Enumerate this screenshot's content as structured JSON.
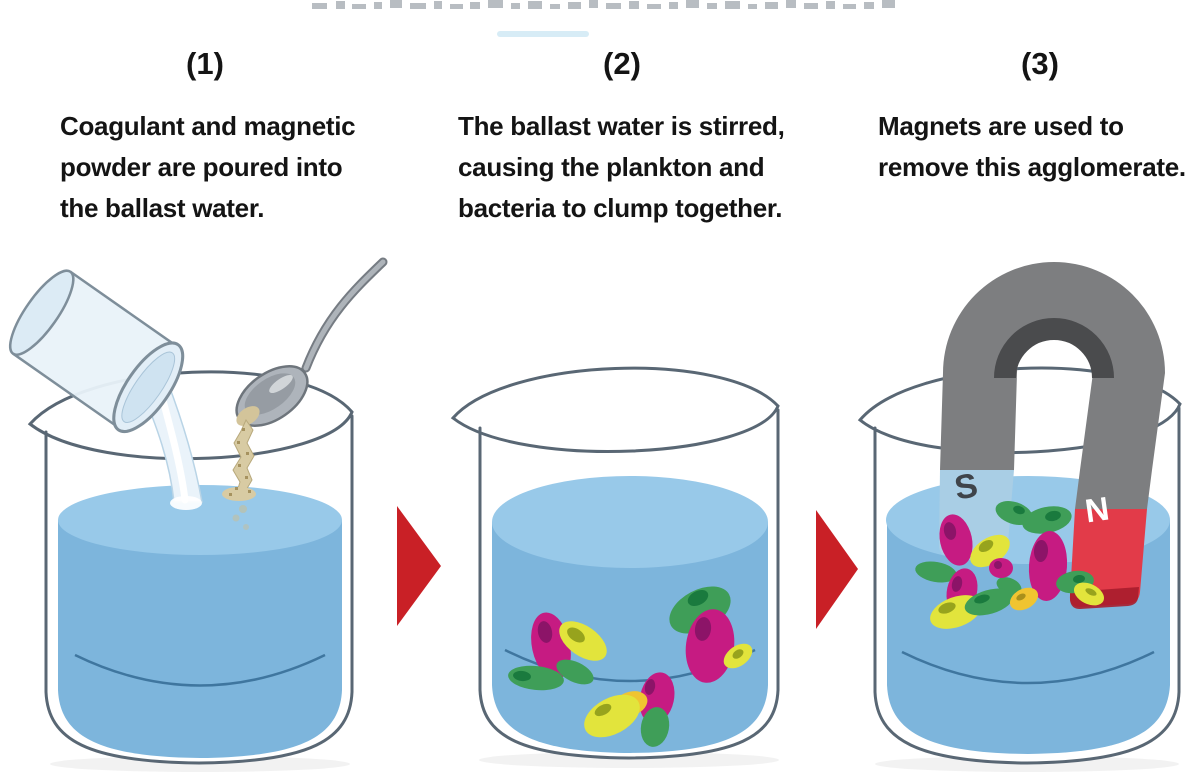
{
  "steps": [
    {
      "number": "(1)",
      "caption_lines": [
        "Coagulant and magnetic",
        "powder are poured into",
        "the ballast water."
      ]
    },
    {
      "number": "(2)",
      "caption_lines": [
        "The ballast water is stirred,",
        "causing the plankton and",
        "bacteria to clump together."
      ]
    },
    {
      "number": "(3)",
      "caption_lines": [
        "Magnets are used to",
        "remove this agglomerate."
      ]
    }
  ],
  "magnet": {
    "south_label": "S",
    "north_label": "N"
  },
  "colors": {
    "water_body": "#7db5dc",
    "water_surface": "#98c9e9",
    "glass_outline": "#596774",
    "arrow_red": "#c92026",
    "magnet_gray": "#7d7e80",
    "magnet_inner_shadow": "#4a4b4d",
    "magnet_pole_red": "#e23b49",
    "magnet_pole_blue": "#a9cee5",
    "plankton_magenta": "#c61b82",
    "plankton_yellow": "#e2e43c",
    "plankton_green": "#3f9e58",
    "powder_tan": "#d3c49a",
    "caption_text": "#141414"
  }
}
